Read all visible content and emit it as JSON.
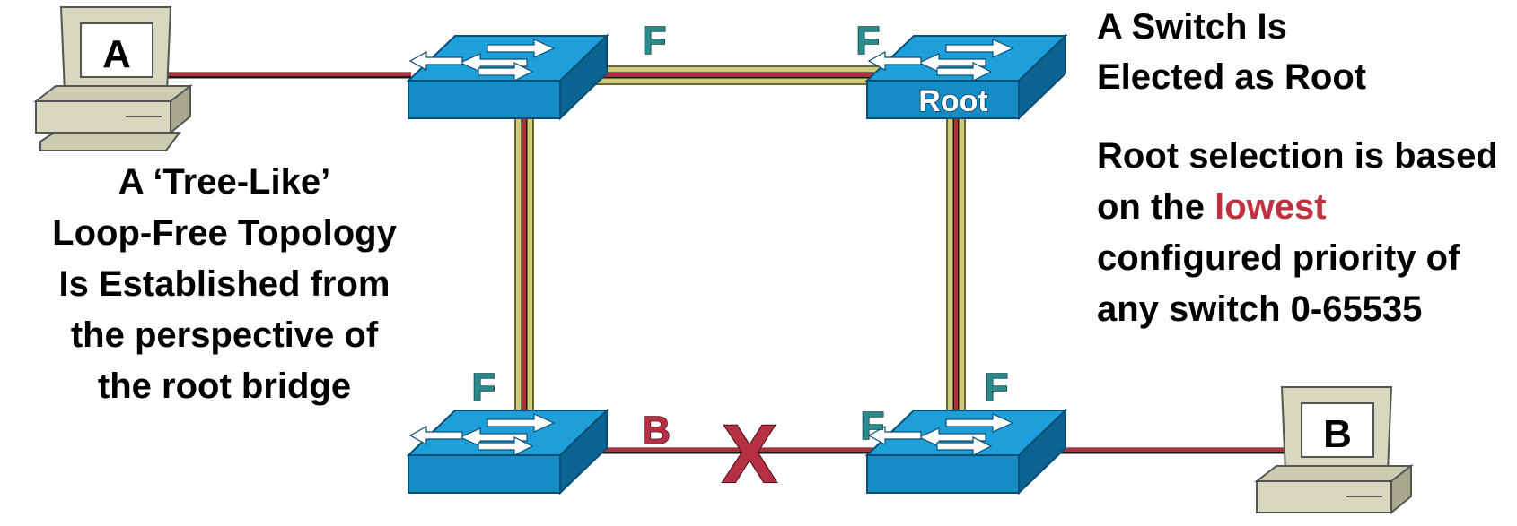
{
  "pcs": {
    "a": {
      "label": "A"
    },
    "b": {
      "label": "B"
    }
  },
  "switches": {
    "top_left": {
      "label": ""
    },
    "top_right": {
      "label": "Root"
    },
    "bottom_left": {
      "label": ""
    },
    "bottom_right": {
      "label": ""
    }
  },
  "port_states": {
    "top_left_right": "F",
    "top_right_left": "F",
    "bottom_left_top": "F",
    "bottom_left_right": "B",
    "bottom_right_top": "F",
    "bottom_right_left": "F"
  },
  "blocked_marker": "X",
  "captions": {
    "left": [
      "A ‘Tree-Like’",
      "Loop-Free Topology",
      "Is Established from",
      "the perspective of",
      "the root bridge"
    ],
    "elect": [
      "A Switch Is",
      "Elected as Root"
    ],
    "rule_before": "Root selection is based on the",
    "rule_highlight": "lowest",
    "rule_after": "configured priority of any switch 0-65535"
  },
  "colors": {
    "switch_top": "#1e9fd9",
    "switch_front": "#168cc7",
    "switch_side": "#0c6494",
    "link_red": "#b03038",
    "link_yellow": "#cfc97a",
    "port_forward": "#2a8a8c",
    "port_blocked": "#b53042",
    "highlight": "#c0313f"
  }
}
